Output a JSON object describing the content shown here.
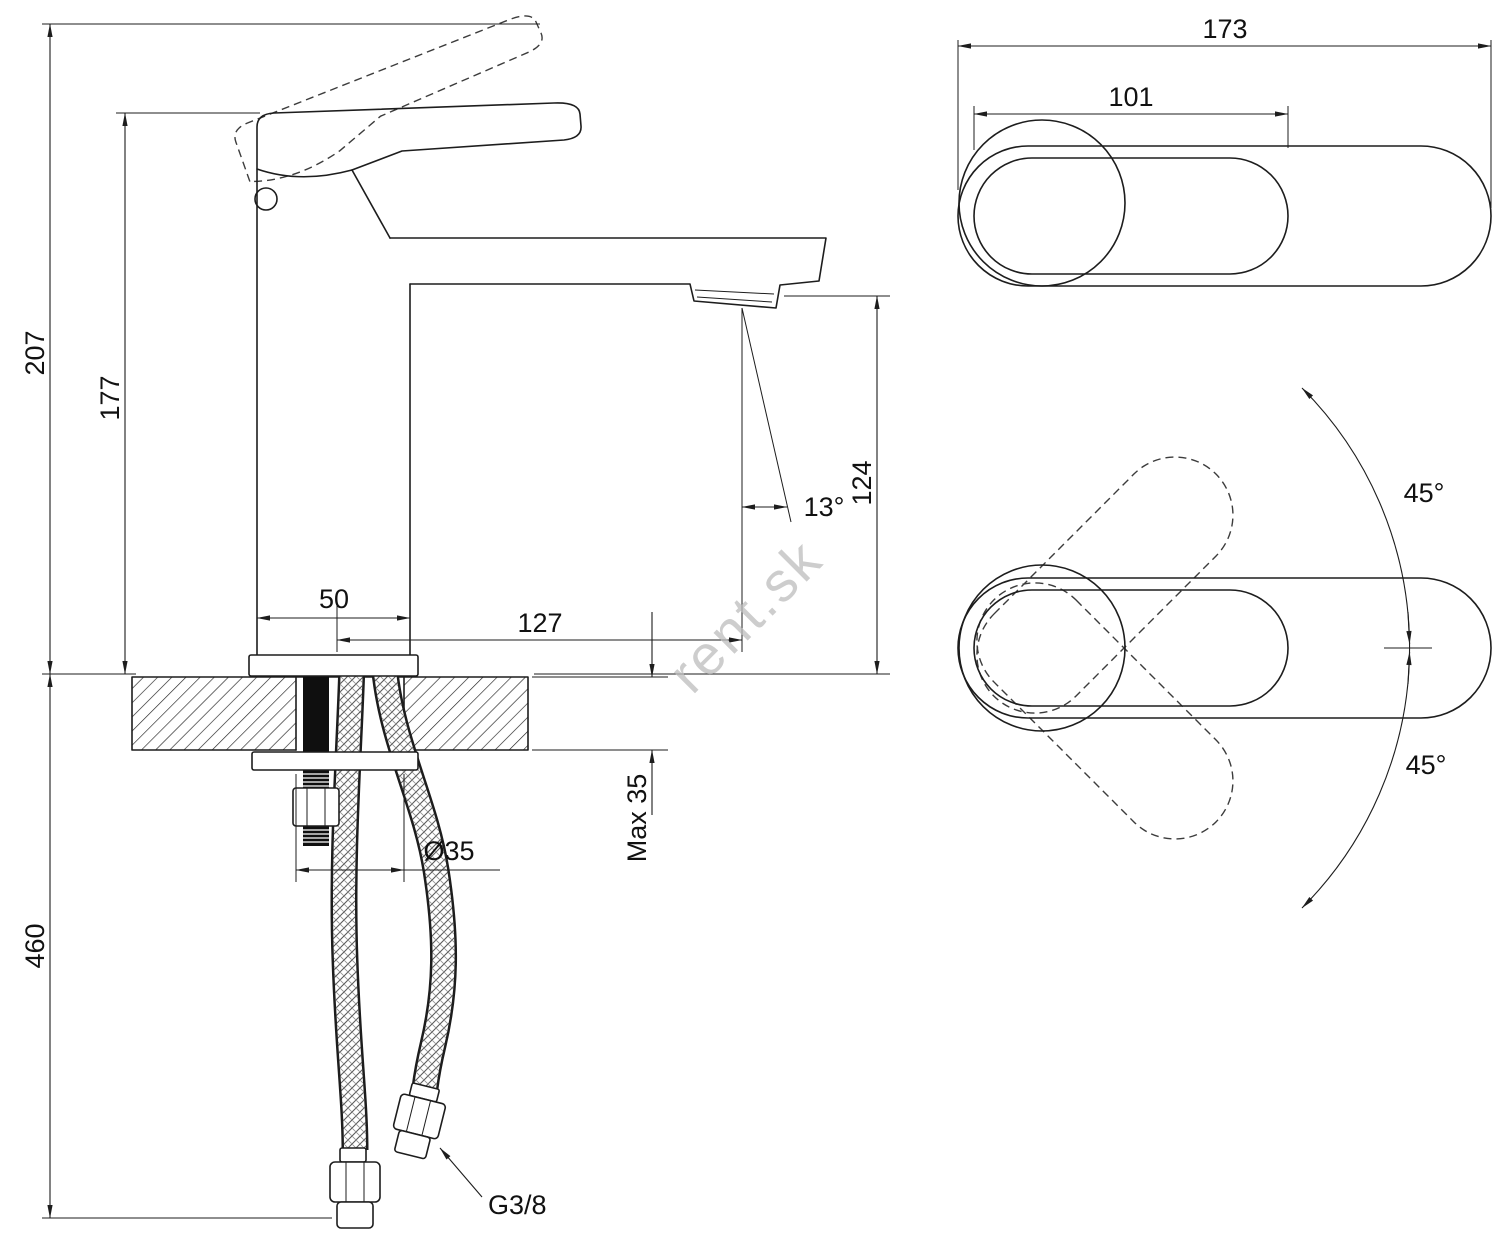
{
  "watermark": "rent.sk",
  "colors": {
    "line": "#1d1d1d",
    "dashed": "#3c3c3c",
    "watermark": "#bdbdbd"
  },
  "side_view": {
    "labels": {
      "total_height": "207",
      "body_height": "177",
      "hose_length": "460",
      "base_width": "50",
      "spout_reach": "127",
      "spout_height": "124",
      "stream_angle": "13°",
      "deck_thickness": "Max 35",
      "hole_diameter": "Ø35",
      "connection_thread": "G3/8"
    }
  },
  "top_view": {
    "labels": {
      "total_length": "173",
      "handle_length": "101"
    }
  },
  "swivel_view": {
    "labels": {
      "swivel_up": "45°",
      "swivel_down": "45°"
    }
  }
}
